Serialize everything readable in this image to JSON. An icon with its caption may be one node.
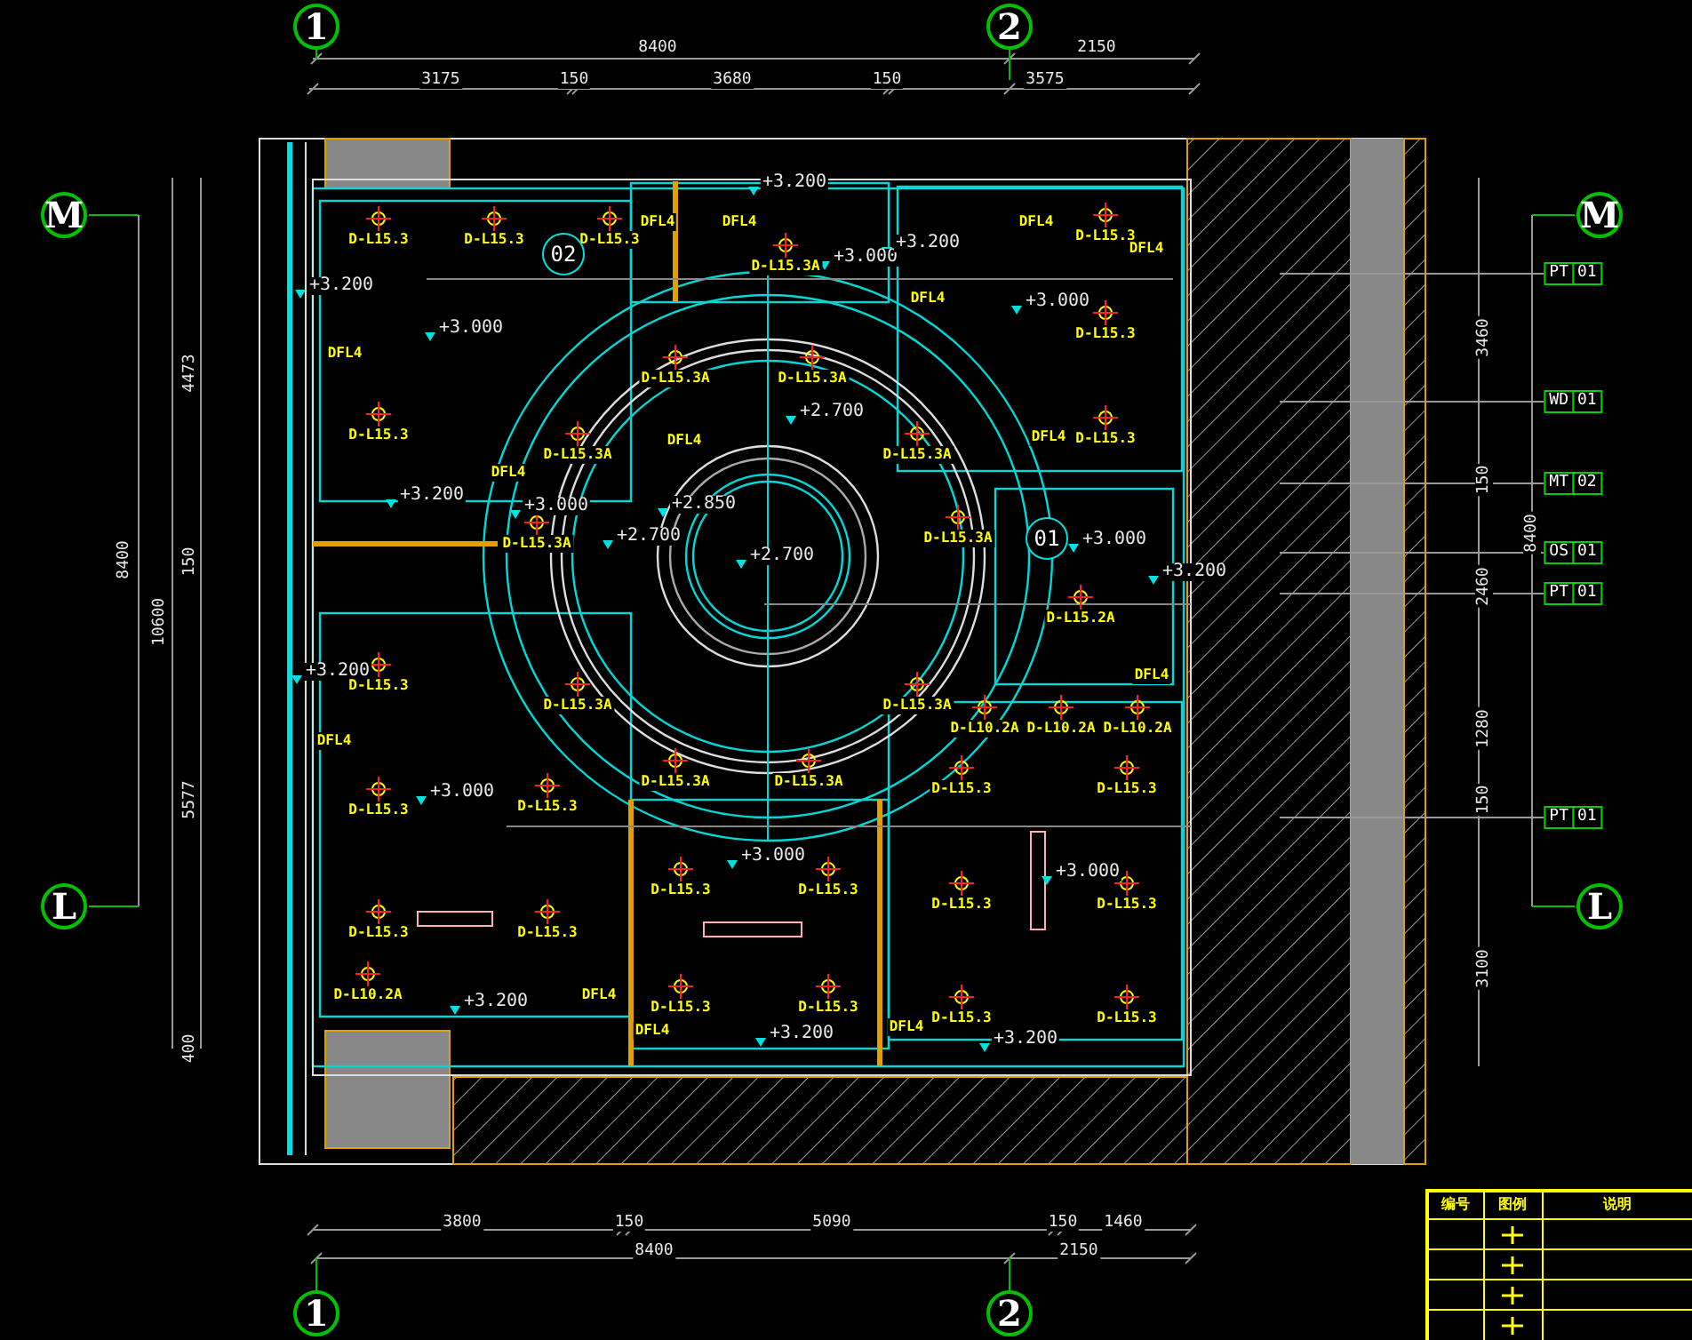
{
  "diagram": {
    "nodes": [
      {
        "text": [
          "1"
        ]
      },
      {
        "text": [
          "2"
        ]
      },
      {
        "text": [
          "M"
        ]
      },
      {
        "text": [
          "M"
        ]
      },
      {
        "text": [
          "02"
        ]
      },
      {
        "text": [
          "01"
        ]
      },
      {
        "text": [
          "PT",
          "01"
        ]
      },
      {
        "text": [
          "WD",
          "01"
        ]
      },
      {
        "text": [
          "MT",
          "02"
        ]
      },
      {
        "text": [
          "OS",
          "01"
        ]
      },
      {
        "text": [
          "PT",
          "01"
        ]
      },
      {
        "text": [
          "PT",
          "01"
        ]
      },
      {
        "text": [
          "L"
        ]
      },
      {
        "text": [
          "L"
        ]
      },
      {
        "text": [
          "1"
        ]
      },
      {
        "text": [
          "2"
        ]
      }
    ],
    "edges": [
      {
        "from": 6,
        "to": null,
        "arrow": "none"
      },
      {
        "from": 7,
        "to": null,
        "arrow": "none"
      },
      {
        "from": 8,
        "to": null,
        "arrow": "none"
      },
      {
        "from": 9,
        "to": null,
        "arrow": "none"
      },
      {
        "from": 10,
        "to": null,
        "arrow": "none"
      },
      {
        "from": 11,
        "to": null,
        "arrow": "none"
      }
    ],
    "labels": [
      "8400",
      "2150",
      "3175",
      "150",
      "3680",
      "150",
      "3575",
      "8400",
      "4473",
      "150",
      "10600",
      "5577",
      "400",
      "3460",
      "150",
      "2460",
      "1280",
      "150",
      "3100",
      "8400",
      "D-L15.3",
      "D-L15.3",
      "D-L15.3",
      "+3.200",
      "+3.000",
      "DFL4",
      "D-L15.3",
      "+3.200",
      "DFL4",
      "DFL4",
      "+3.200",
      "DFL4",
      "D-L15.3A",
      "+3.000",
      "+3.200",
      "DFL4",
      "D-L15.3",
      "DFL4",
      "+3.000",
      "D-L15.3",
      "DFL4",
      "DFL4",
      "D-L15.3",
      "D-L15.3A",
      "D-L15.3A",
      "+2.700",
      "DFL4",
      "D-L15.3A",
      "D-L15.3A",
      "+3.000",
      "+2.850",
      "+2.700",
      "D-L15.3A",
      "+2.700",
      "D-L15.3A",
      "D-L15.3A",
      "D-L15.3A",
      "D-L15.3A",
      "D-L15.3A",
      "+3.000",
      "+3.200",
      "D-L15.2A",
      "DFL4",
      "D-L10.2A",
      "D-L10.2A",
      "D-L10.2A",
      "D-L15.3",
      "D-L15.3",
      "+3.000",
      "D-L15.3",
      "D-L15.3",
      "D-L15.3",
      "D-L15.3",
      "DFL4",
      "+3.200",
      "+3.200",
      "D-L15.3",
      "DFL4",
      "D-L15.3",
      "+3.000",
      "D-L15.3",
      "D-L15.3",
      "D-L15.3",
      "D-L10.2A",
      "+3.200",
      "DFL4",
      "+3.000",
      "D-L15.3",
      "D-L15.3",
      "D-L15.3",
      "D-L15.3",
      "DFL4",
      "+3.200",
      "3800",
      "150",
      "5090",
      "150",
      "1460",
      "8400",
      "2150",
      "编号",
      "图例",
      "说明"
    ]
  }
}
